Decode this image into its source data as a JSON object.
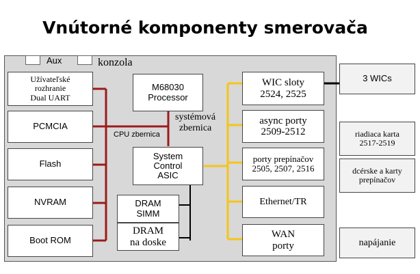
{
  "title": "Vnútorné komponenty smerovača",
  "top_labels": {
    "aux": "Aux",
    "console": "konzola"
  },
  "left_components": {
    "uart": [
      "Užívateľské",
      "rozhranie",
      "Dual UART"
    ],
    "pcmcia": "PCMCIA",
    "flash": "Flash",
    "nvram": "NVRAM",
    "bootrom": "Boot ROM"
  },
  "center_components": {
    "processor": [
      "M68030",
      "Processor"
    ],
    "asic": [
      "System",
      "Control",
      "ASIC"
    ],
    "dram_simm": [
      "DRAM",
      "SIMM"
    ],
    "dram_board": [
      "DRAM",
      "na doske"
    ]
  },
  "bus_labels": {
    "cpu_bus": "CPU zbernica",
    "system_bus": [
      "systémová",
      "zbernica"
    ]
  },
  "right_components": {
    "wic": [
      "WIC sloty",
      "2524, 2525"
    ],
    "async": [
      "async porty",
      "2509-2512"
    ],
    "switch": [
      "porty prepínačov",
      "2505, 2507, 2516"
    ],
    "ethernet": "Ethernet/TR",
    "wan": [
      "WAN",
      "porty"
    ]
  },
  "external": {
    "wics": "3 WICs",
    "control_card": [
      "riadiaca karta",
      "2517-2519"
    ],
    "daughter_cards": [
      "dcérske a karty",
      "prepínačov"
    ],
    "power": "napájanie"
  },
  "colors": {
    "cpu_bus": "#9b1b1b",
    "system_bus": "#f5c518",
    "chassis": "#d8d8d8"
  }
}
